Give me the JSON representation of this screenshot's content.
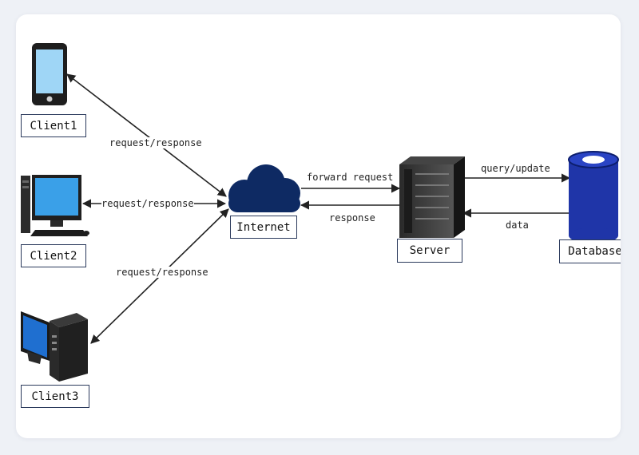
{
  "nodes": {
    "client1": {
      "label": "Client1",
      "icon": "smartphone-icon"
    },
    "client2": {
      "label": "Client2",
      "icon": "desktop-computer-icon"
    },
    "client3": {
      "label": "Client3",
      "icon": "pc-tower-icon"
    },
    "internet": {
      "label": "Internet",
      "icon": "cloud-icon"
    },
    "server": {
      "label": "Server",
      "icon": "server-rack-icon"
    },
    "database": {
      "label": "Database",
      "icon": "database-cylinder-icon"
    }
  },
  "edges": {
    "client1_internet": "request/response",
    "client2_internet": "request/response",
    "client3_internet": "request/response",
    "internet_server": "forward request",
    "server_internet": "response",
    "server_database": "query/update",
    "database_server": "data"
  },
  "colors": {
    "cloud": "#0e2a63",
    "database": "#1f35a8",
    "screen": "#3aa0e8",
    "phone_screen": "#9fd6f6",
    "label_border": "#2b3a5c"
  }
}
